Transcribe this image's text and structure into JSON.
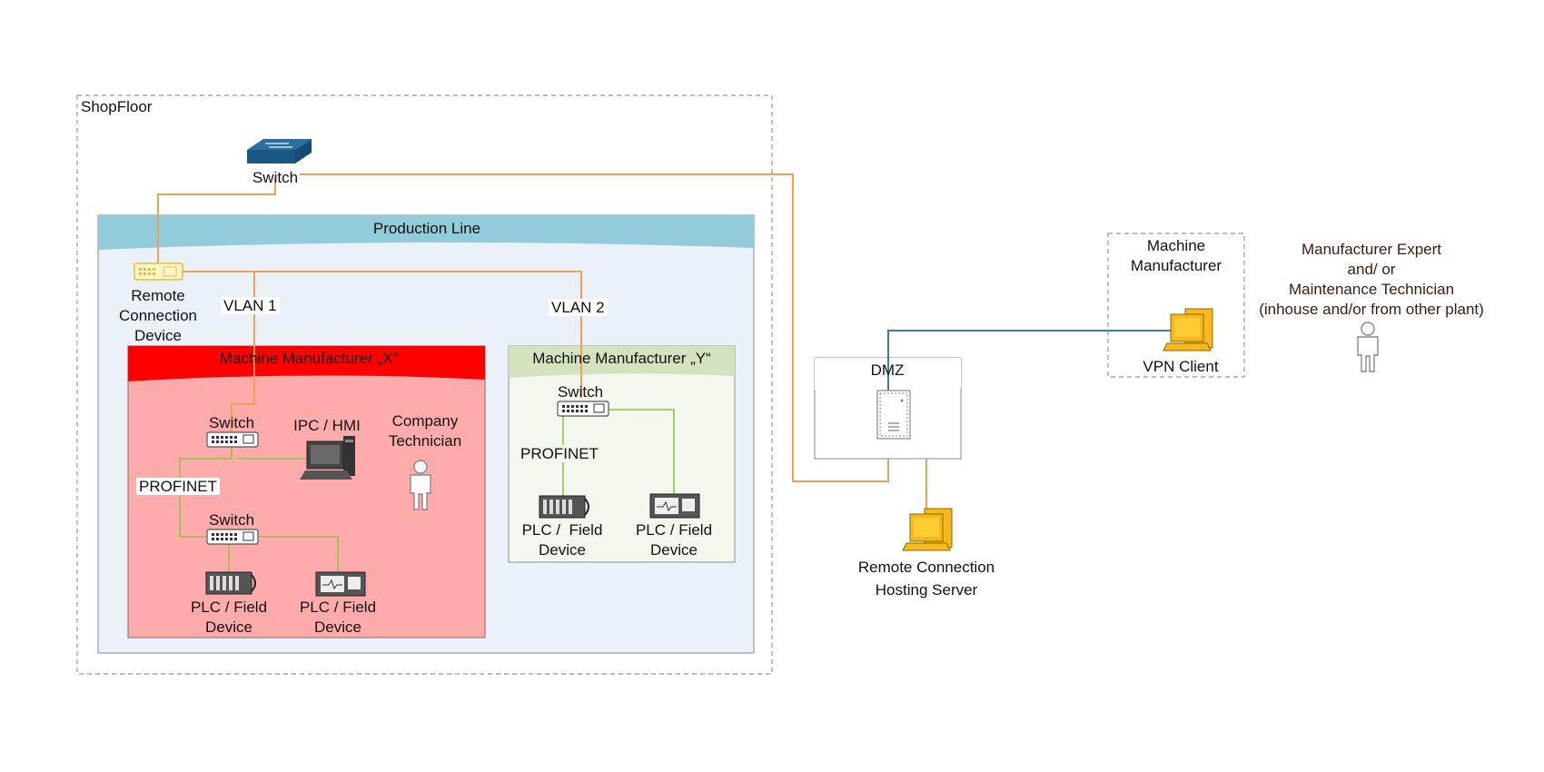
{
  "zones": {
    "shopfloor": "ShopFloor",
    "production_line": "Production Line",
    "manufacturer_x": "Machine Manufacturer „X“",
    "manufacturer_y": "Machine Manufacturer „Y“",
    "dmz": "DMZ",
    "machine_manufacturer": [
      "Machine",
      "Manufacturer"
    ]
  },
  "devices": {
    "top_switch": "Switch",
    "remote_connection_device": [
      "Remote",
      "Connection",
      "Device"
    ],
    "x_switch_1": "Switch",
    "x_switch_2": "Switch",
    "ipc_hmi": "IPC / HMI",
    "company_technician": [
      "Company",
      "Technician"
    ],
    "x_plc_1": [
      "PLC / Field",
      "Device"
    ],
    "x_plc_2": [
      "PLC / Field",
      "Device"
    ],
    "y_switch": "Switch",
    "y_plc_1": [
      "PLC /  Field",
      "Device"
    ],
    "y_plc_2": [
      "PLC / Field",
      "Device"
    ],
    "vpn_client": "VPN Client",
    "hosting_server": [
      "Remote Connection",
      "Hosting Server"
    ],
    "manufacturer_expert": [
      "Manufacturer Expert",
      "and/ or",
      "Maintenance Technician",
      "(inhouse and/or from other plant)"
    ]
  },
  "network_labels": {
    "vlan1": "VLAN 1",
    "vlan2": "VLAN 2",
    "profinet_x": "PROFINET",
    "profinet_y": "PROFINET"
  },
  "colors": {
    "orange_link": "#f0a055",
    "green_link": "#8dc63f",
    "blue_link": "#3a7bc8",
    "production_header": "#92cbd9",
    "production_body": "#eaf1f8",
    "x_header": "#ff0000",
    "x_body": "#ffabab",
    "y_header": "#d4e2bd",
    "y_body": "#f3f7ee",
    "dashed_border": "#999999"
  }
}
